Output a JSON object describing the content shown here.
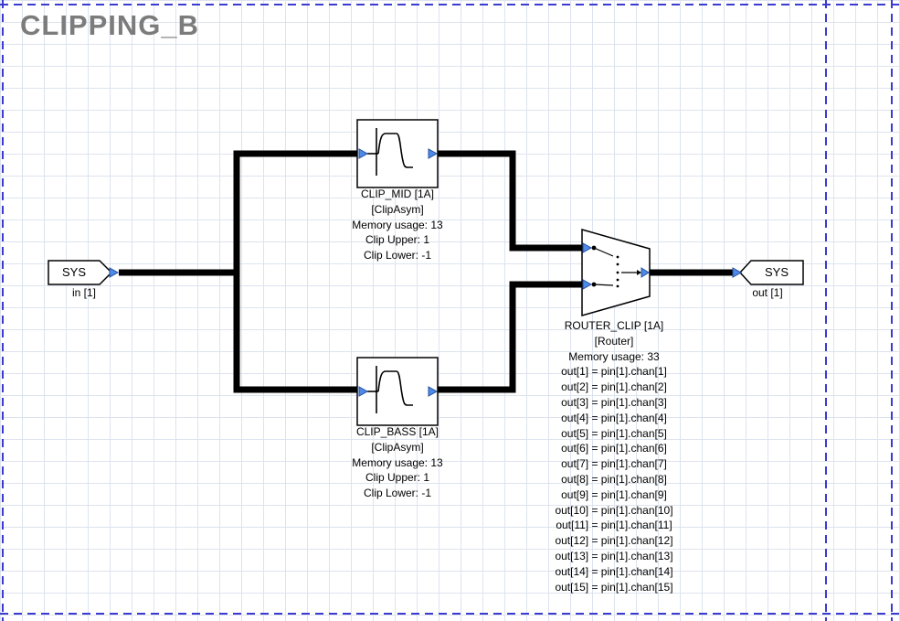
{
  "title": "CLIPPING_B",
  "ports": {
    "input": {
      "label": "SYS",
      "caption": "in [1]"
    },
    "output": {
      "label": "SYS",
      "caption": "out [1]"
    }
  },
  "blocks": {
    "clip_mid": {
      "name": "CLIP_MID [1A]",
      "type": "[ClipAsym]",
      "lines": [
        "Memory usage: 13",
        "Clip Upper: 1",
        "Clip Lower: -1"
      ]
    },
    "clip_bass": {
      "name": "CLIP_BASS [1A]",
      "type": "[ClipAsym]",
      "lines": [
        "Memory usage: 13",
        "Clip Upper: 1",
        "Clip Lower: -1"
      ]
    },
    "router": {
      "name": "ROUTER_CLIP [1A]",
      "type": "[Router]",
      "lines": [
        "Memory usage: 33",
        "out[1] = pin[1].chan[1]",
        "out[2] = pin[1].chan[2]",
        "out[3] = pin[1].chan[3]",
        "out[4] = pin[1].chan[4]",
        "out[5] = pin[1].chan[5]",
        "out[6] = pin[1].chan[6]",
        "out[7] = pin[1].chan[7]",
        "out[8] = pin[1].chan[8]",
        "out[9] = pin[1].chan[9]",
        "out[10] = pin[1].chan[10]",
        "out[11] = pin[1].chan[11]",
        "out[12] = pin[1].chan[12]",
        "out[13] = pin[1].chan[13]",
        "out[14] = pin[1].chan[14]",
        "out[15] = pin[1].chan[15]"
      ]
    }
  },
  "colors": {
    "wire": "#000000",
    "pin": "#4d8be8",
    "pin_border": "#274f9e",
    "page_border": "#3b3bd0",
    "grid": "#dde3ee",
    "title": "#7c7c7c"
  }
}
